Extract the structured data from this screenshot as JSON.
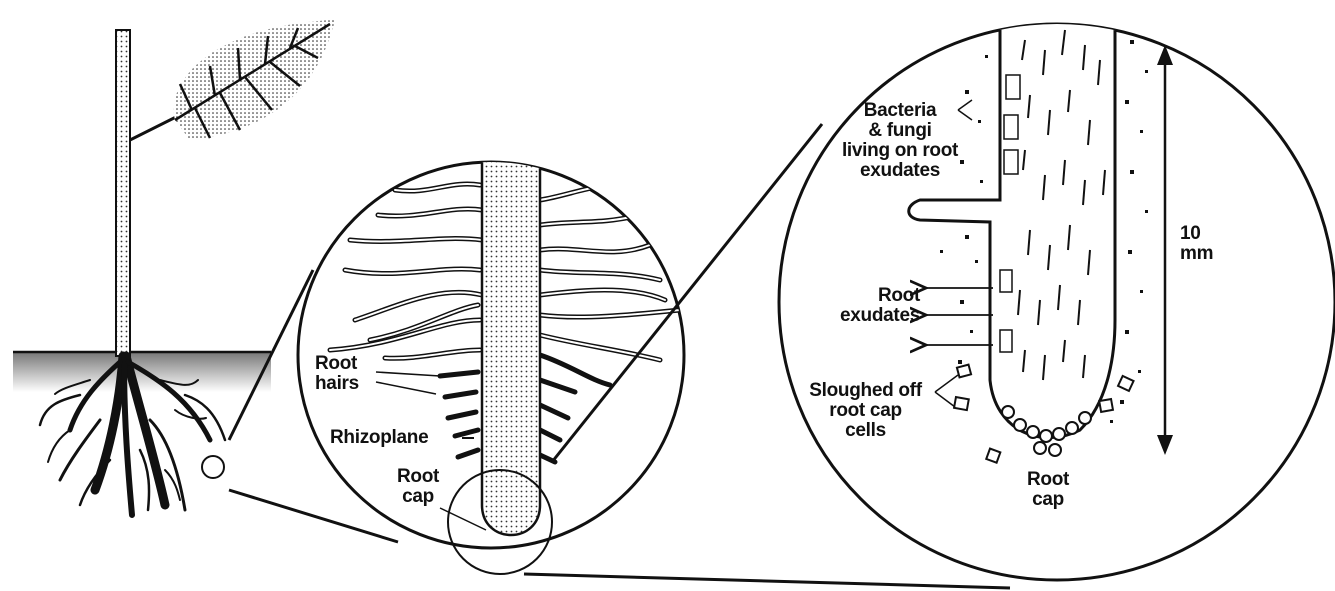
{
  "labels": {
    "root_hairs": "Root\nhairs",
    "rhizoplane": "Rhizoplane",
    "root_cap_mid": "Root\ncap",
    "bacteria_fungi": "Bacteria\n& fungi\nliving on root\nexudates",
    "root_exudates": "Root\nexudates",
    "sloughed_cells": "Sloughed off\nroot cap\ncells",
    "root_cap_right": "Root\ncap",
    "scale": "10\nmm"
  },
  "colors": {
    "ink": "#111111",
    "background": "#ffffff",
    "soil": "#9a9a9a"
  }
}
